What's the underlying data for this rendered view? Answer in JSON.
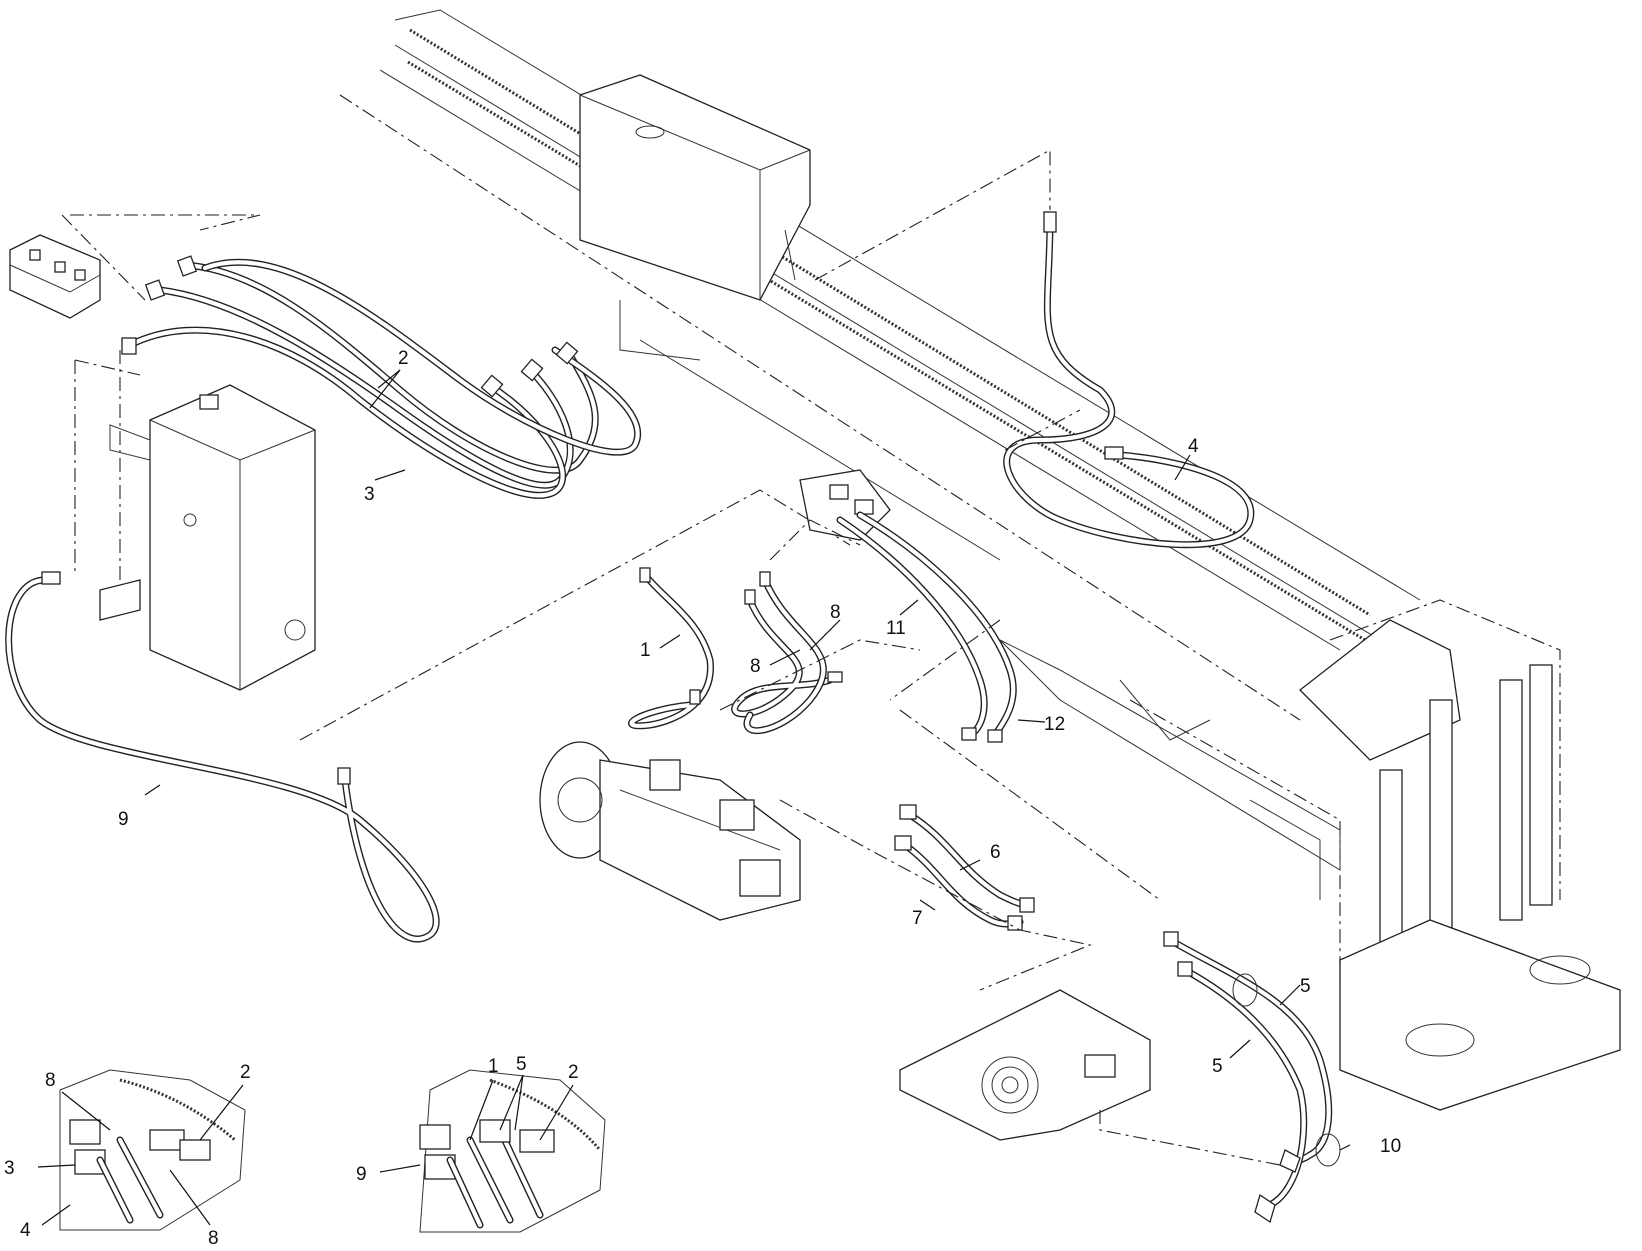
{
  "callouts": {
    "c1": "1",
    "c2": "2",
    "c3": "3",
    "c4": "4",
    "c5": "5",
    "c6": "6",
    "c7": "7",
    "c8": "8",
    "c9": "9",
    "c10": "10",
    "c11": "11",
    "c12": "12"
  },
  "detail_left": {
    "labels": [
      "8",
      "2",
      "3",
      "4",
      "8"
    ]
  },
  "detail_right": {
    "labels": [
      "1",
      "5",
      "2",
      "9"
    ]
  }
}
